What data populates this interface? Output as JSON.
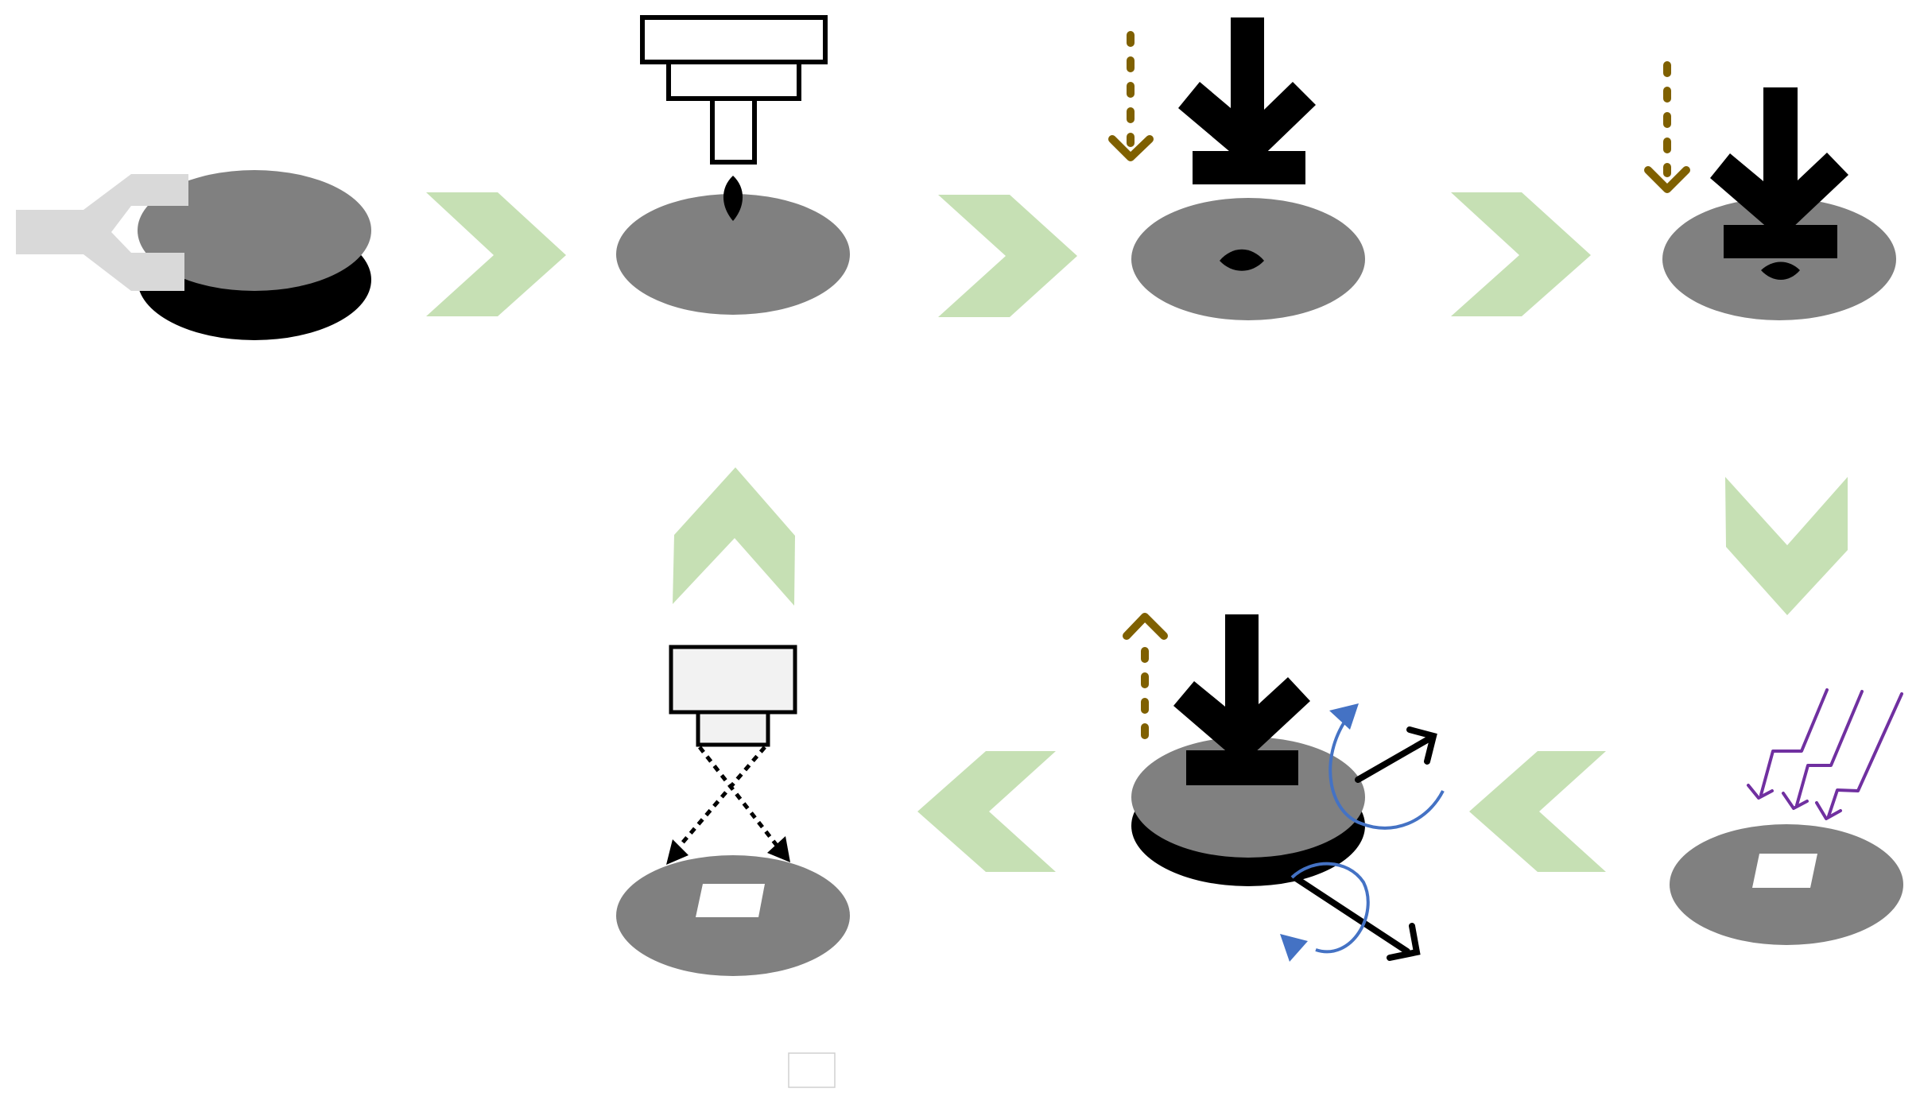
{
  "colors": {
    "background": "#ffffff",
    "disk": "#808080",
    "disk_base": "#000000",
    "flow_arrow": "#c6e0b4",
    "gripper": "#d9d9d9",
    "force_arrow": "#000000",
    "motion_arrow": "#7f6000",
    "rotation": "#4472c4",
    "light": "#7030a0",
    "sensor_body": "#f2f2f2",
    "outline": "#000000",
    "patch": "#ffffff"
  },
  "steps": [
    {
      "id": 1,
      "name": "place-substrate",
      "icons": [
        "gripper-icon",
        "substrate-disk-icon"
      ]
    },
    {
      "id": 2,
      "name": "dispense-drop",
      "icons": [
        "dispenser-icon",
        "droplet-icon"
      ]
    },
    {
      "id": 3,
      "name": "lower-stamp",
      "icons": [
        "press-arrow-icon",
        "stamp-icon",
        "down-motion-icon"
      ]
    },
    {
      "id": 4,
      "name": "press-stamp",
      "icons": [
        "press-arrow-icon",
        "stamp-icon",
        "down-motion-icon"
      ]
    },
    {
      "id": 5,
      "name": "light-cure",
      "icons": [
        "light-icon",
        "film-patch-icon"
      ]
    },
    {
      "id": 6,
      "name": "release-stamp",
      "icons": [
        "press-arrow-icon",
        "rotation-icon",
        "up-motion-icon"
      ]
    },
    {
      "id": 7,
      "name": "inspect",
      "icons": [
        "camera-icon",
        "film-patch-icon"
      ]
    }
  ],
  "flow": [
    "right",
    "right",
    "right",
    "down",
    "left",
    "left",
    "up"
  ]
}
